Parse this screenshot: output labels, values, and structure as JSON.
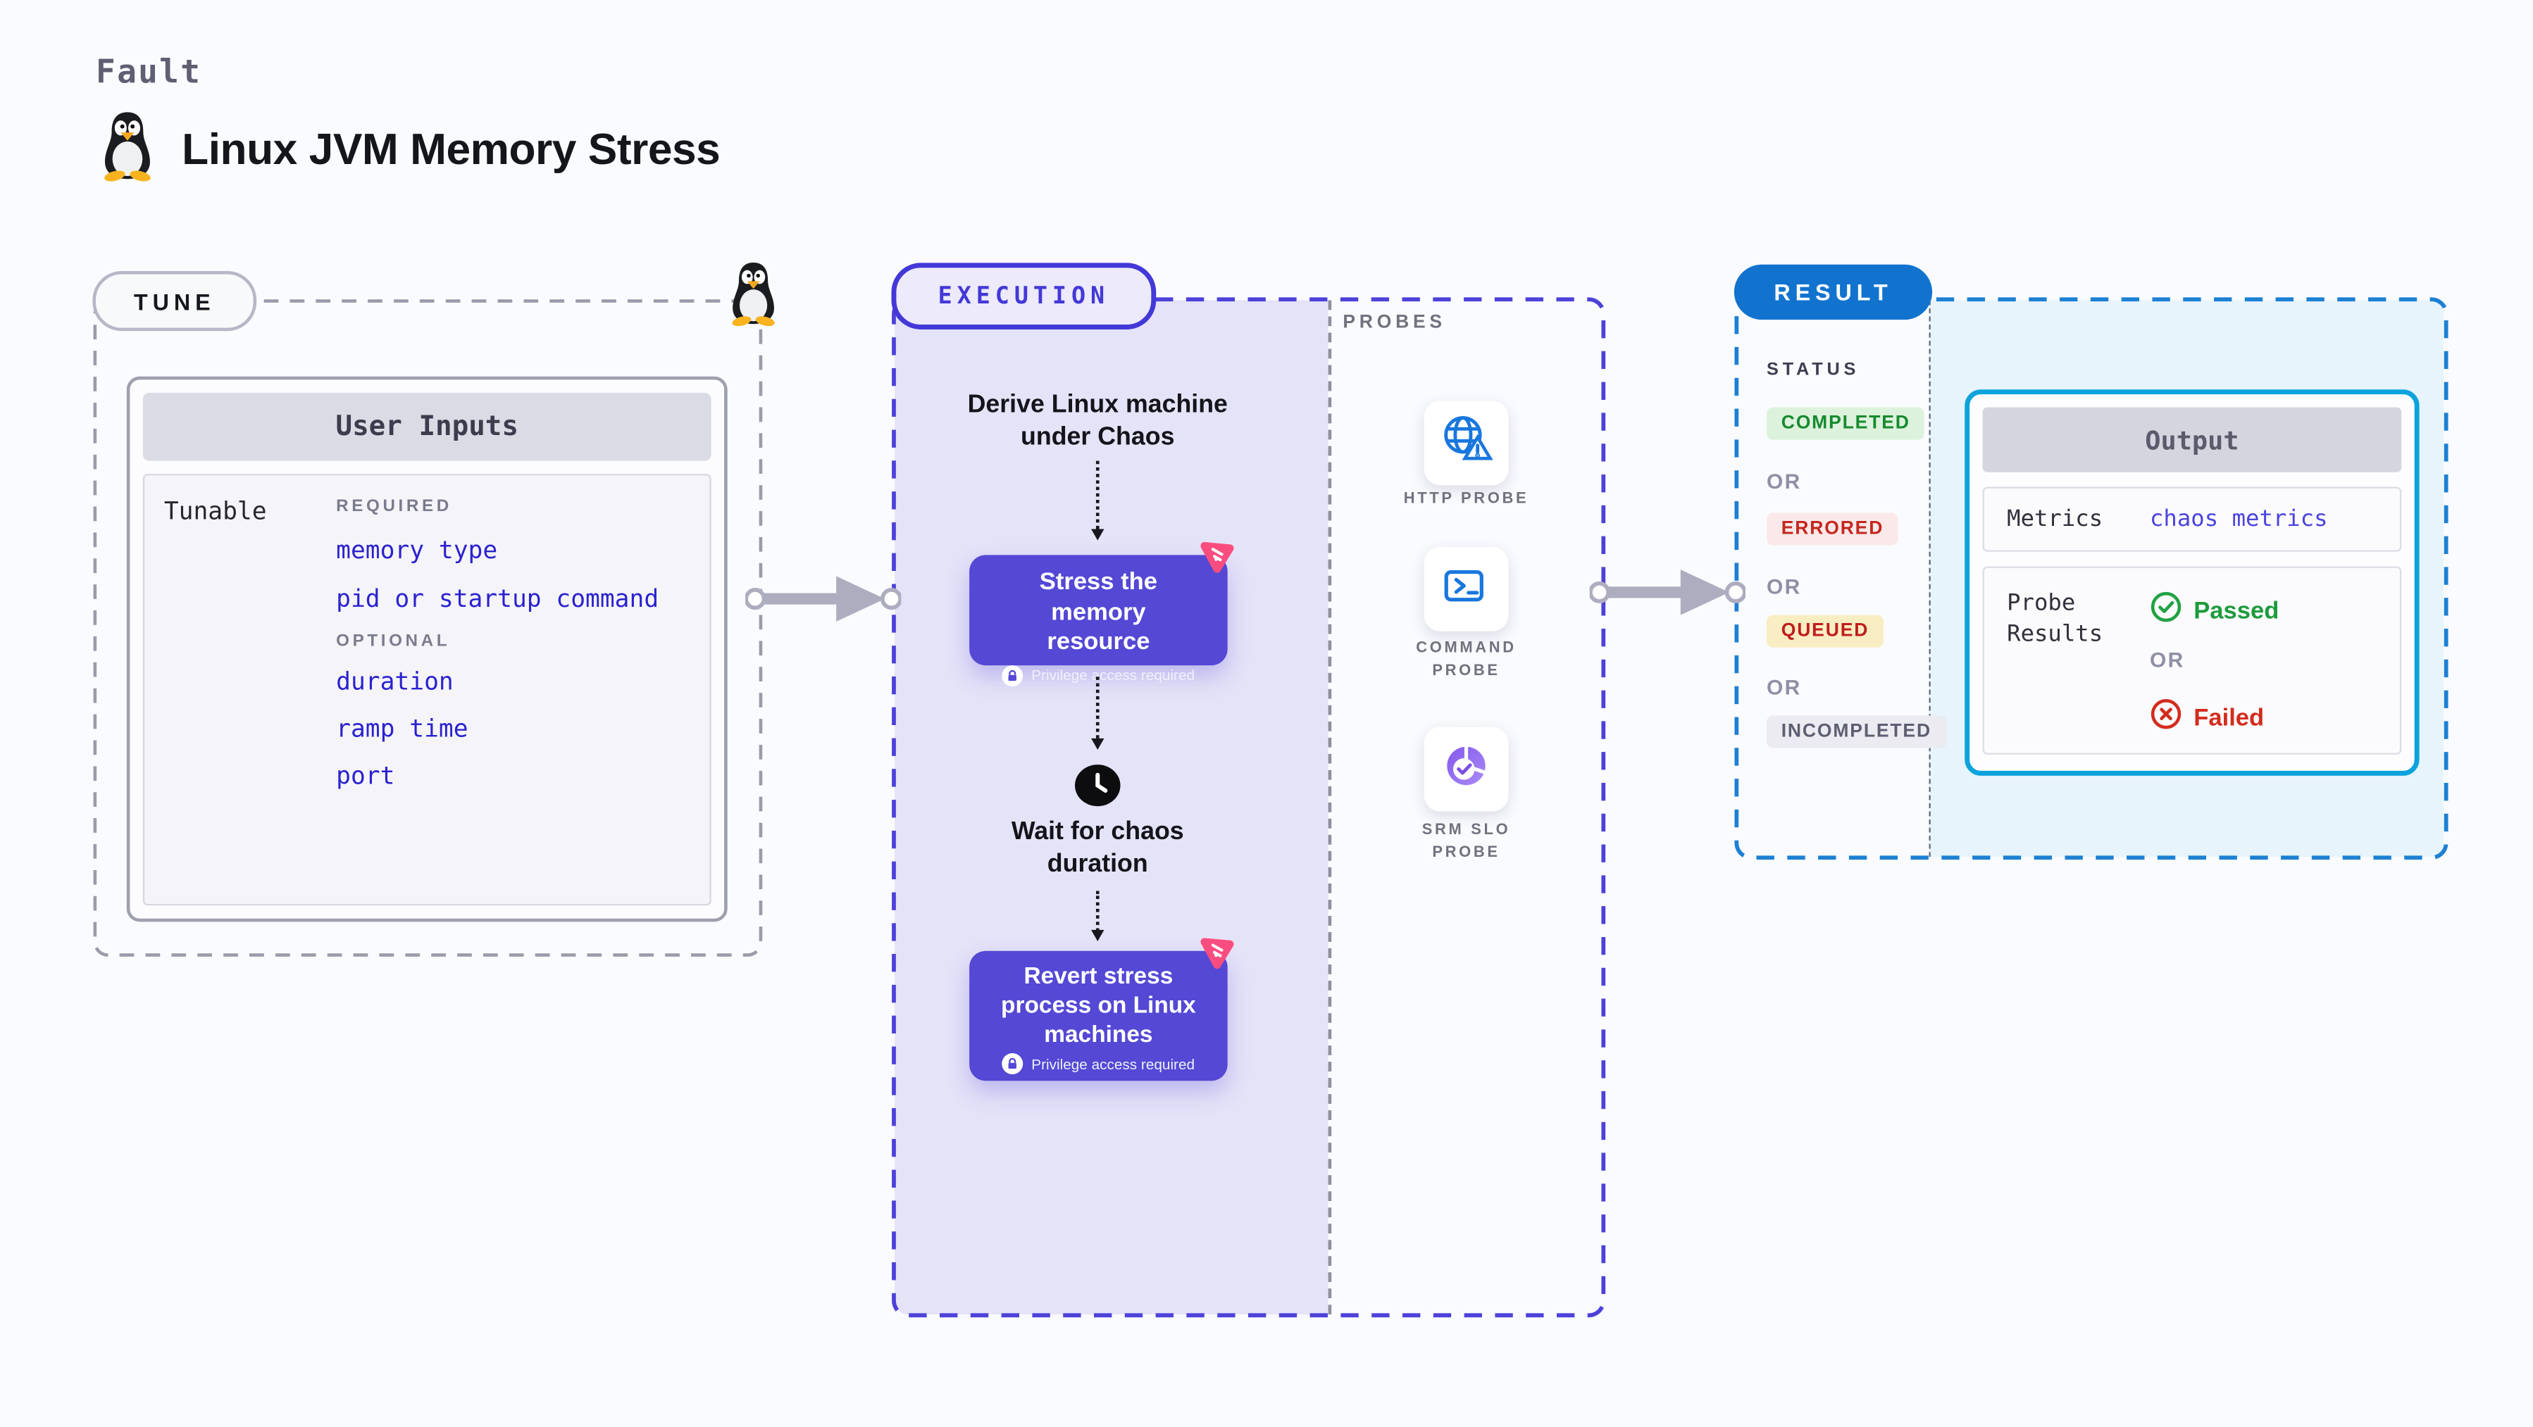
{
  "header": {
    "category_label": "Fault",
    "title": "Linux JVM Memory Stress",
    "title_icon": "tux-penguin-icon"
  },
  "tune": {
    "badge_label": "TUNE",
    "panel_title": "User Inputs",
    "row_label": "Tunable",
    "required_heading": "REQUIRED",
    "required_inputs": [
      "memory type",
      "pid or startup command"
    ],
    "optional_heading": "OPTIONAL",
    "optional_inputs": [
      "duration",
      "ramp time",
      "port"
    ]
  },
  "execution": {
    "badge_label": "EXECUTION",
    "step_derive": "Derive Linux machine under Chaos",
    "step_stress": "Stress the memory resource",
    "step_wait": "Wait for chaos duration",
    "step_revert": "Revert stress process on Linux machines",
    "privilege_note": "Privilege access required"
  },
  "probes": {
    "heading": "PROBES",
    "items": [
      {
        "label": "HTTP PROBE",
        "icon": "globe-warning-icon"
      },
      {
        "label": "COMMAND PROBE",
        "icon": "terminal-icon"
      },
      {
        "label": "SRM SLO PROBE",
        "icon": "slo-pie-check-icon"
      }
    ]
  },
  "result": {
    "badge_label": "RESULT",
    "status_heading": "STATUS",
    "or_label": "OR",
    "statuses": [
      {
        "label": "COMPLETED",
        "bg": "#ddf2dc",
        "fg": "#168a2f"
      },
      {
        "label": "ERRORED",
        "bg": "#fbe9e9",
        "fg": "#c5271f"
      },
      {
        "label": "QUEUED",
        "bg": "#f9eec3",
        "fg": "#c01d1d"
      },
      {
        "label": "INCOMPLETED",
        "bg": "#ebebf1",
        "fg": "#5d5e72"
      }
    ],
    "output": {
      "panel_title": "Output",
      "metrics_label": "Metrics",
      "metrics_value": "chaos metrics",
      "probe_results_label": "Probe Results",
      "passed_label": "Passed",
      "failed_label": "Failed"
    }
  },
  "colors": {
    "canvas_bg": "#fafbfe",
    "tune_border": "#9b9baa",
    "execution_accent": "#4d41da",
    "execution_fill": "#e5e3f8",
    "step_box_bg": "#5448d5",
    "chaos_badge_pink": "#fa4d7f",
    "probe_icon_blue": "#1877dd",
    "srm_icon_purple": "#8d64ee",
    "result_border": "#1c80d4",
    "result_pill_bg": "#1173ce",
    "result_fill": "#e7f4fb",
    "output_border": "#0da2dc",
    "input_link_blue": "#2b22cf",
    "passed_green": "#1d9b3c",
    "failed_red": "#d32c1e",
    "arrow_gray": "#aeadbf"
  }
}
